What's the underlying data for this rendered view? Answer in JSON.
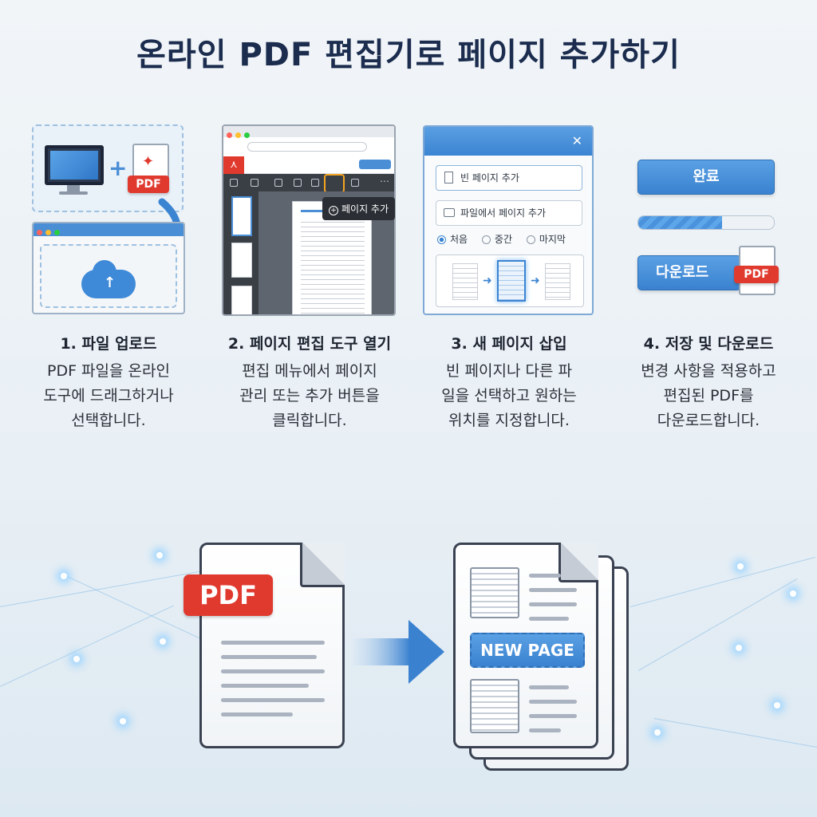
{
  "title": "온라인 PDF 편집기로 페이지 추가하기",
  "colors": {
    "accent": "#3b84d2",
    "pdf_red": "#e03a2f",
    "title": "#1b2c4e"
  },
  "steps": [
    {
      "title": "1. 파일 업로드",
      "desc": "PDF 파일을 온라인\n도구에 드래그하거나\n선택합니다."
    },
    {
      "title": "2. 페이지 편집 도구 열기",
      "desc": "편집 메뉴에서 페이지\n관리 또는 추가 버튼을\n클릭합니다."
    },
    {
      "title": "3. 새 페이지 삽입",
      "desc": "빈 페이지나 다른 파\n일을 선택하고 원하는\n위치를 지정합니다."
    },
    {
      "title": "4. 저장 및 다운로드",
      "desc": "변경 사항을 적용하고\n편집된 PDF를\n다운로드합니다."
    }
  ],
  "step1": {
    "pdf_label": "PDF",
    "plus": "+"
  },
  "step2": {
    "tooltip": "페이지 추가"
  },
  "step3": {
    "close": "✕",
    "blank_page_button": "빈 페이지 추가",
    "from_file_button": "파일에서 페이지 추가",
    "positions": [
      "처음",
      "중간",
      "마지막"
    ],
    "selected_position": "처음"
  },
  "step4": {
    "done_button": "완료",
    "download_button": "다운로드",
    "pdf_label": "PDF",
    "progress": 0.62
  },
  "bottom": {
    "pdf_label": "PDF",
    "new_page_label": "NEW PAGE"
  }
}
